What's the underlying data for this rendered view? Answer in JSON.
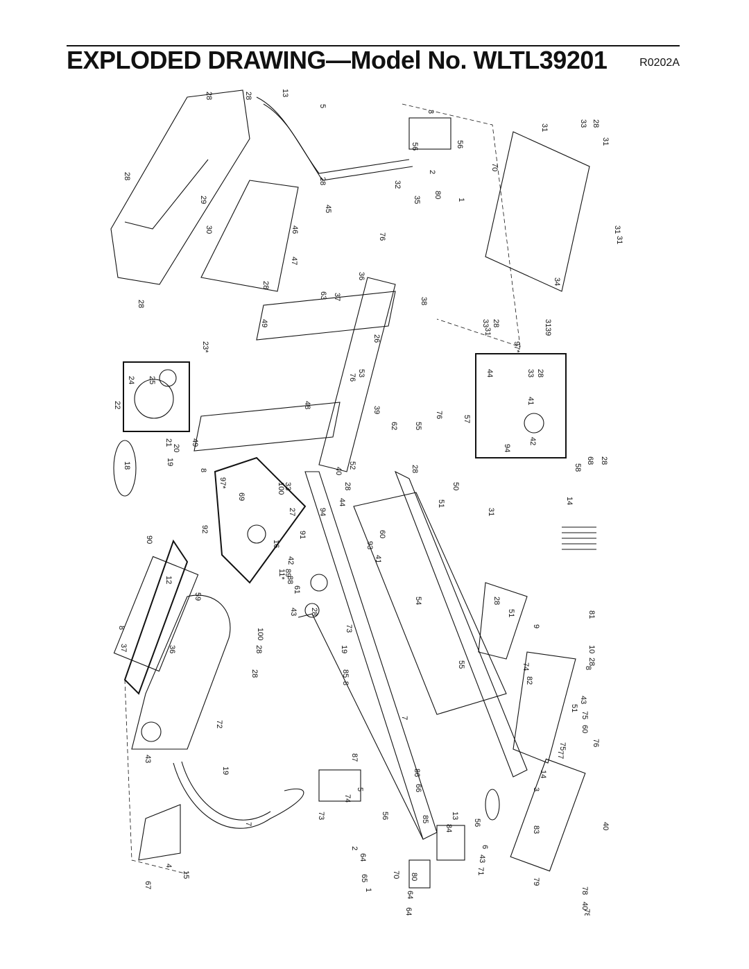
{
  "page": {
    "title": "EXPLODED DRAWING—Model No. WLTL39201",
    "code": "R0202A"
  },
  "labels": [
    "28",
    "28",
    "13",
    "5",
    "3",
    "33",
    "28",
    "31",
    "31",
    "56",
    "56",
    "28",
    "29",
    "31",
    "70",
    "2",
    "28",
    "32",
    "80",
    "35",
    "45",
    "1",
    "30",
    "46",
    "76",
    "31",
    "47",
    "36",
    "34",
    "28",
    "28",
    "63",
    "37",
    "38",
    "49",
    "33",
    "28",
    "31",
    "31",
    "39",
    "26",
    "23*",
    "97*",
    "44",
    "33",
    "28",
    "24",
    "25",
    "53",
    "76",
    "22",
    "48",
    "41",
    "39",
    "76",
    "57",
    "42",
    "94",
    "21",
    "49",
    "62",
    "55",
    "20",
    "19",
    "18",
    "8",
    "97*",
    "52",
    "28",
    "100",
    "33",
    "28",
    "40",
    "50",
    "58",
    "68",
    "28",
    "69",
    "44",
    "51",
    "14",
    "27",
    "94",
    "91",
    "31",
    "92",
    "60",
    "16",
    "93",
    "41",
    "42",
    "90",
    "11*",
    "89",
    "88",
    "12",
    "61",
    "43",
    "54",
    "28",
    "51",
    "59",
    "28",
    "81",
    "8",
    "100",
    "73",
    "9",
    "37",
    "28",
    "19",
    "10",
    "36",
    "55",
    "74",
    "8",
    "85",
    "82",
    "28",
    "8",
    "28",
    "51",
    "43",
    "75",
    "72",
    "7",
    "60",
    "75",
    "76",
    "77",
    "43",
    "87",
    "86",
    "14",
    "19",
    "5",
    "66",
    "74",
    "3",
    "85",
    "13",
    "83",
    "73",
    "56",
    "56",
    "7",
    "6",
    "84",
    "40",
    "71",
    "4",
    "2",
    "43",
    "70",
    "64",
    "80",
    "65",
    "1",
    "79",
    "64",
    "64",
    "78",
    "67",
    "15",
    "40",
    "78"
  ]
}
